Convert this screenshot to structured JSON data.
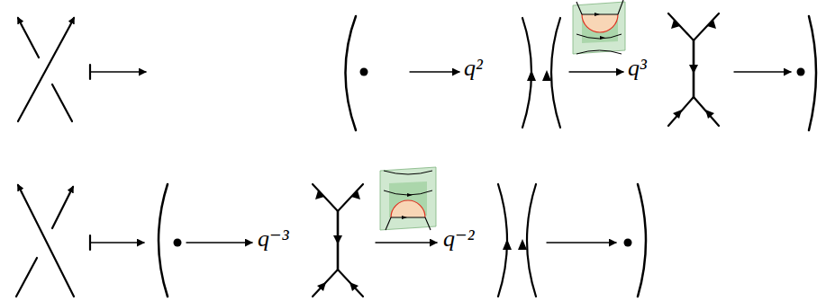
{
  "diagram": {
    "labels": [
      "q²",
      "q³",
      "q⁻³",
      "q⁻²"
    ]
  }
}
